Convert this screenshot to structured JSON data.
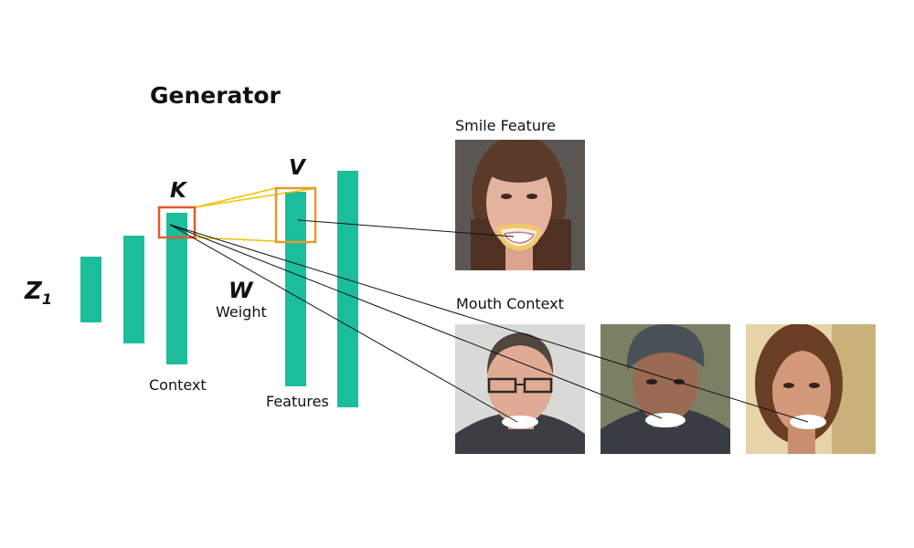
{
  "title": "Generator",
  "labels": {
    "k": "K",
    "v": "V",
    "w": "W",
    "weight": "Weight",
    "z_main": "Z",
    "z_sub": "1",
    "context": "Context",
    "features": "Features",
    "smile_feature": "Smile Feature",
    "mouth_context": "Mouth Context"
  },
  "colors": {
    "layer": "#1bbd9c",
    "k_box": "#e05a2b",
    "v_box": "#e89a2a",
    "projection": "#f2c300",
    "connector": "#111111",
    "mask": "#ffffff",
    "smile_outline": "#f2c86a"
  },
  "photos": {
    "smile": "smiling-woman-photo",
    "context": [
      "man-with-glasses-photo",
      "man-with-cap-photo",
      "woman-photo"
    ]
  }
}
